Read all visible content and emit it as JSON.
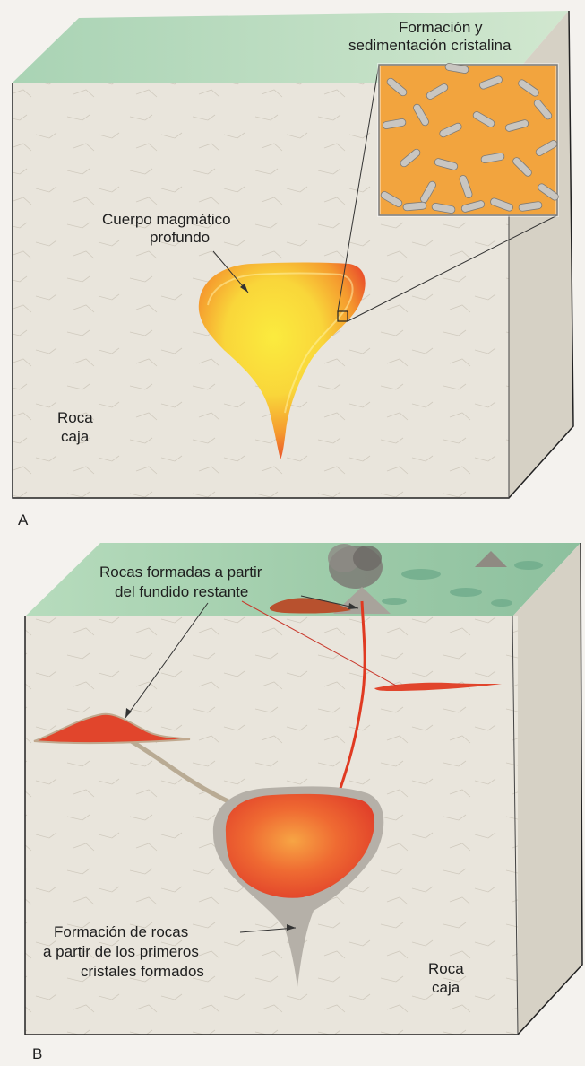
{
  "diagram": {
    "panel_a": {
      "letter": "A",
      "labels": {
        "crystal_title_line1": "Formación y",
        "crystal_title_line2": "sedimentación cristalina",
        "magma_line1": "Cuerpo magmático",
        "magma_line2": "profundo",
        "host_line1": "Roca",
        "host_line2": "caja"
      }
    },
    "panel_b": {
      "letter": "B",
      "labels": {
        "residual_line1": "Rocas formadas a partir",
        "residual_line2": "del fundido restante",
        "early_line1": "Formación de rocas",
        "early_line2": "a partir de los primeros",
        "early_line3": "cristales formados",
        "host_line1": "Roca",
        "host_line2": "caja"
      }
    },
    "colors": {
      "surface_green": "#b8d9bd",
      "rock_face": "#e9e5dc",
      "rock_side": "#d9d4c9",
      "magma_red": "#e8452a",
      "magma_yellow": "#f7e53a",
      "crystal_bg": "#f2a43e",
      "crystal_gray": "#b9b6b1",
      "leader_red": "#c9382b"
    }
  }
}
